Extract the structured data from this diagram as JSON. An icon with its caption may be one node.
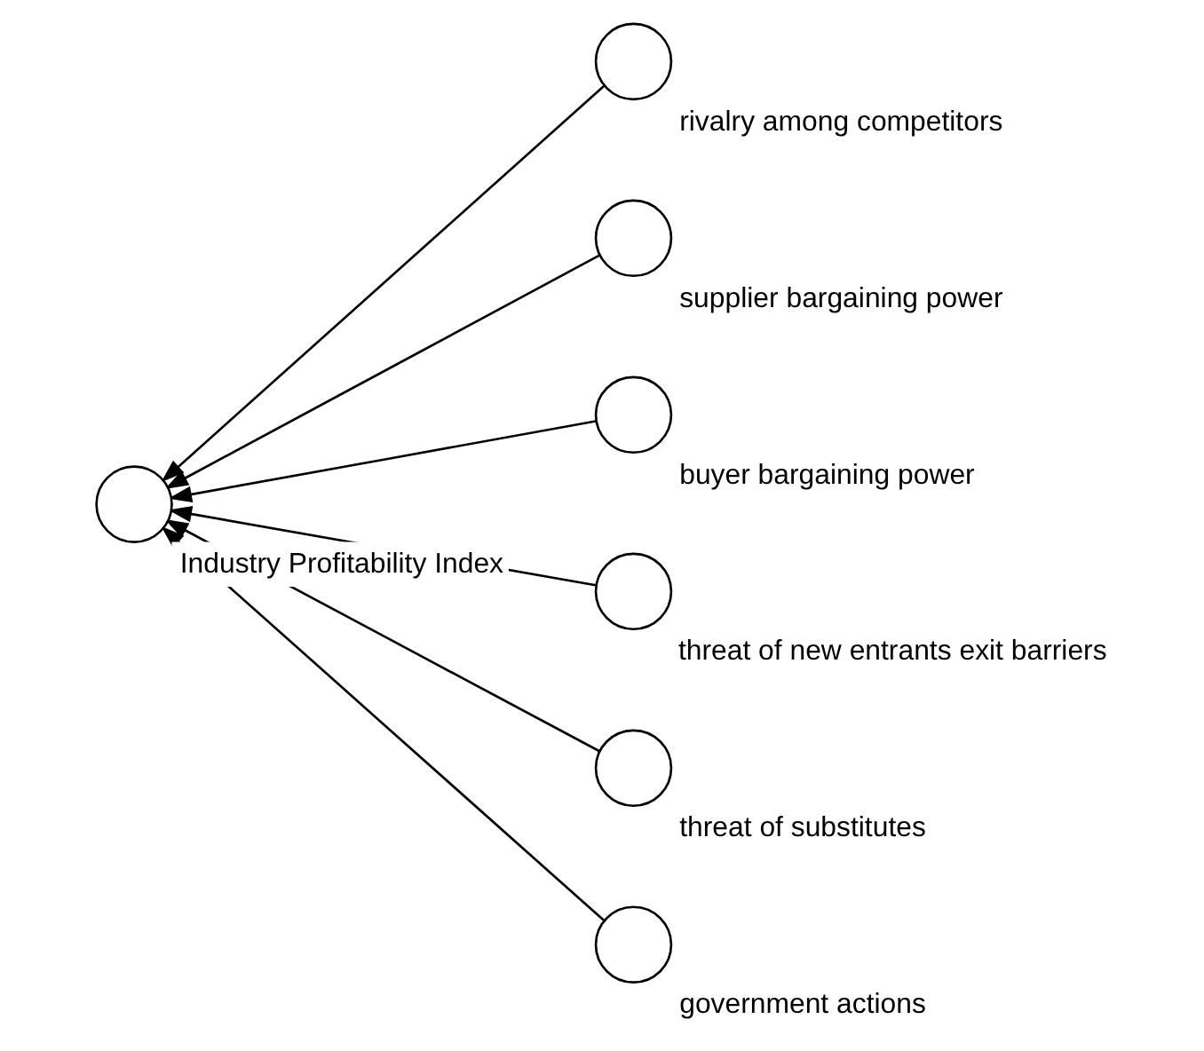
{
  "diagram": {
    "nodes": [
      {
        "text": [
          "Industry Profitability Index"
        ]
      },
      {
        "text": [
          "rivalry among competitors"
        ]
      },
      {
        "text": [
          "supplier bargaining power"
        ]
      },
      {
        "text": [
          "buyer bargaining power"
        ]
      },
      {
        "text": [
          "threat of new entrants exit barriers"
        ]
      },
      {
        "text": [
          "threat of substitutes"
        ]
      },
      {
        "text": [
          "government actions"
        ]
      }
    ],
    "edges": [
      {
        "from": 1,
        "to": 0,
        "arrow": "to"
      },
      {
        "from": 2,
        "to": 0,
        "arrow": "to"
      },
      {
        "from": 3,
        "to": 0,
        "arrow": "to"
      },
      {
        "from": 4,
        "to": 0,
        "arrow": "to"
      },
      {
        "from": 5,
        "to": 0,
        "arrow": "to"
      },
      {
        "from": 6,
        "to": 0,
        "arrow": "to"
      }
    ]
  }
}
